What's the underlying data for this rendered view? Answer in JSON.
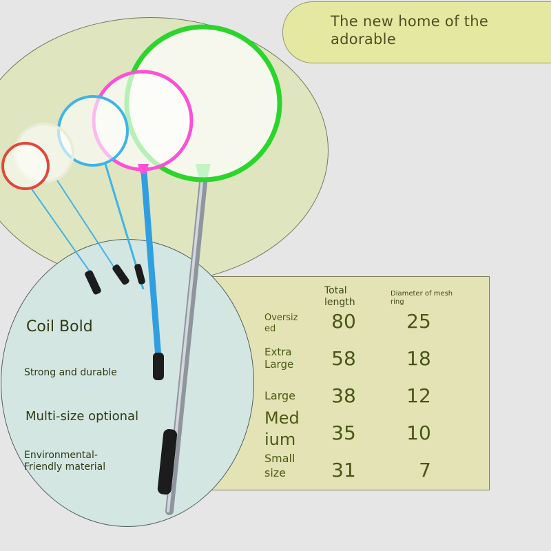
{
  "banner": {
    "title": "The new home of the adorable"
  },
  "features": {
    "coil": "Coil Bold",
    "strong": "Strong and durable",
    "multi": "Multi-size optional",
    "eco": "Environmental-\nFriendly material"
  },
  "table": {
    "headers": {
      "total": "Total length",
      "diameter": "Diameter of mesh ring"
    },
    "rows": [
      {
        "label": "Oversiz ed",
        "total": "80",
        "diameter": "25"
      },
      {
        "label": "Extra Large",
        "total": "58",
        "diameter": "18"
      },
      {
        "label": "Large",
        "total": "38",
        "diameter": "12"
      },
      {
        "label": "Med ium",
        "total": "35",
        "diameter": "10"
      },
      {
        "label": "Small size",
        "total": "31",
        "diameter": "7"
      }
    ]
  },
  "colors": {
    "net_red": "#e0483a",
    "net_white": "#e9ecd6",
    "net_blue": "#3fb4e6",
    "net_pink": "#ff4fd7",
    "net_green": "#2bd52b",
    "handle_blue": "#2f9fe0",
    "handle_silver": "#b7bcc2"
  }
}
